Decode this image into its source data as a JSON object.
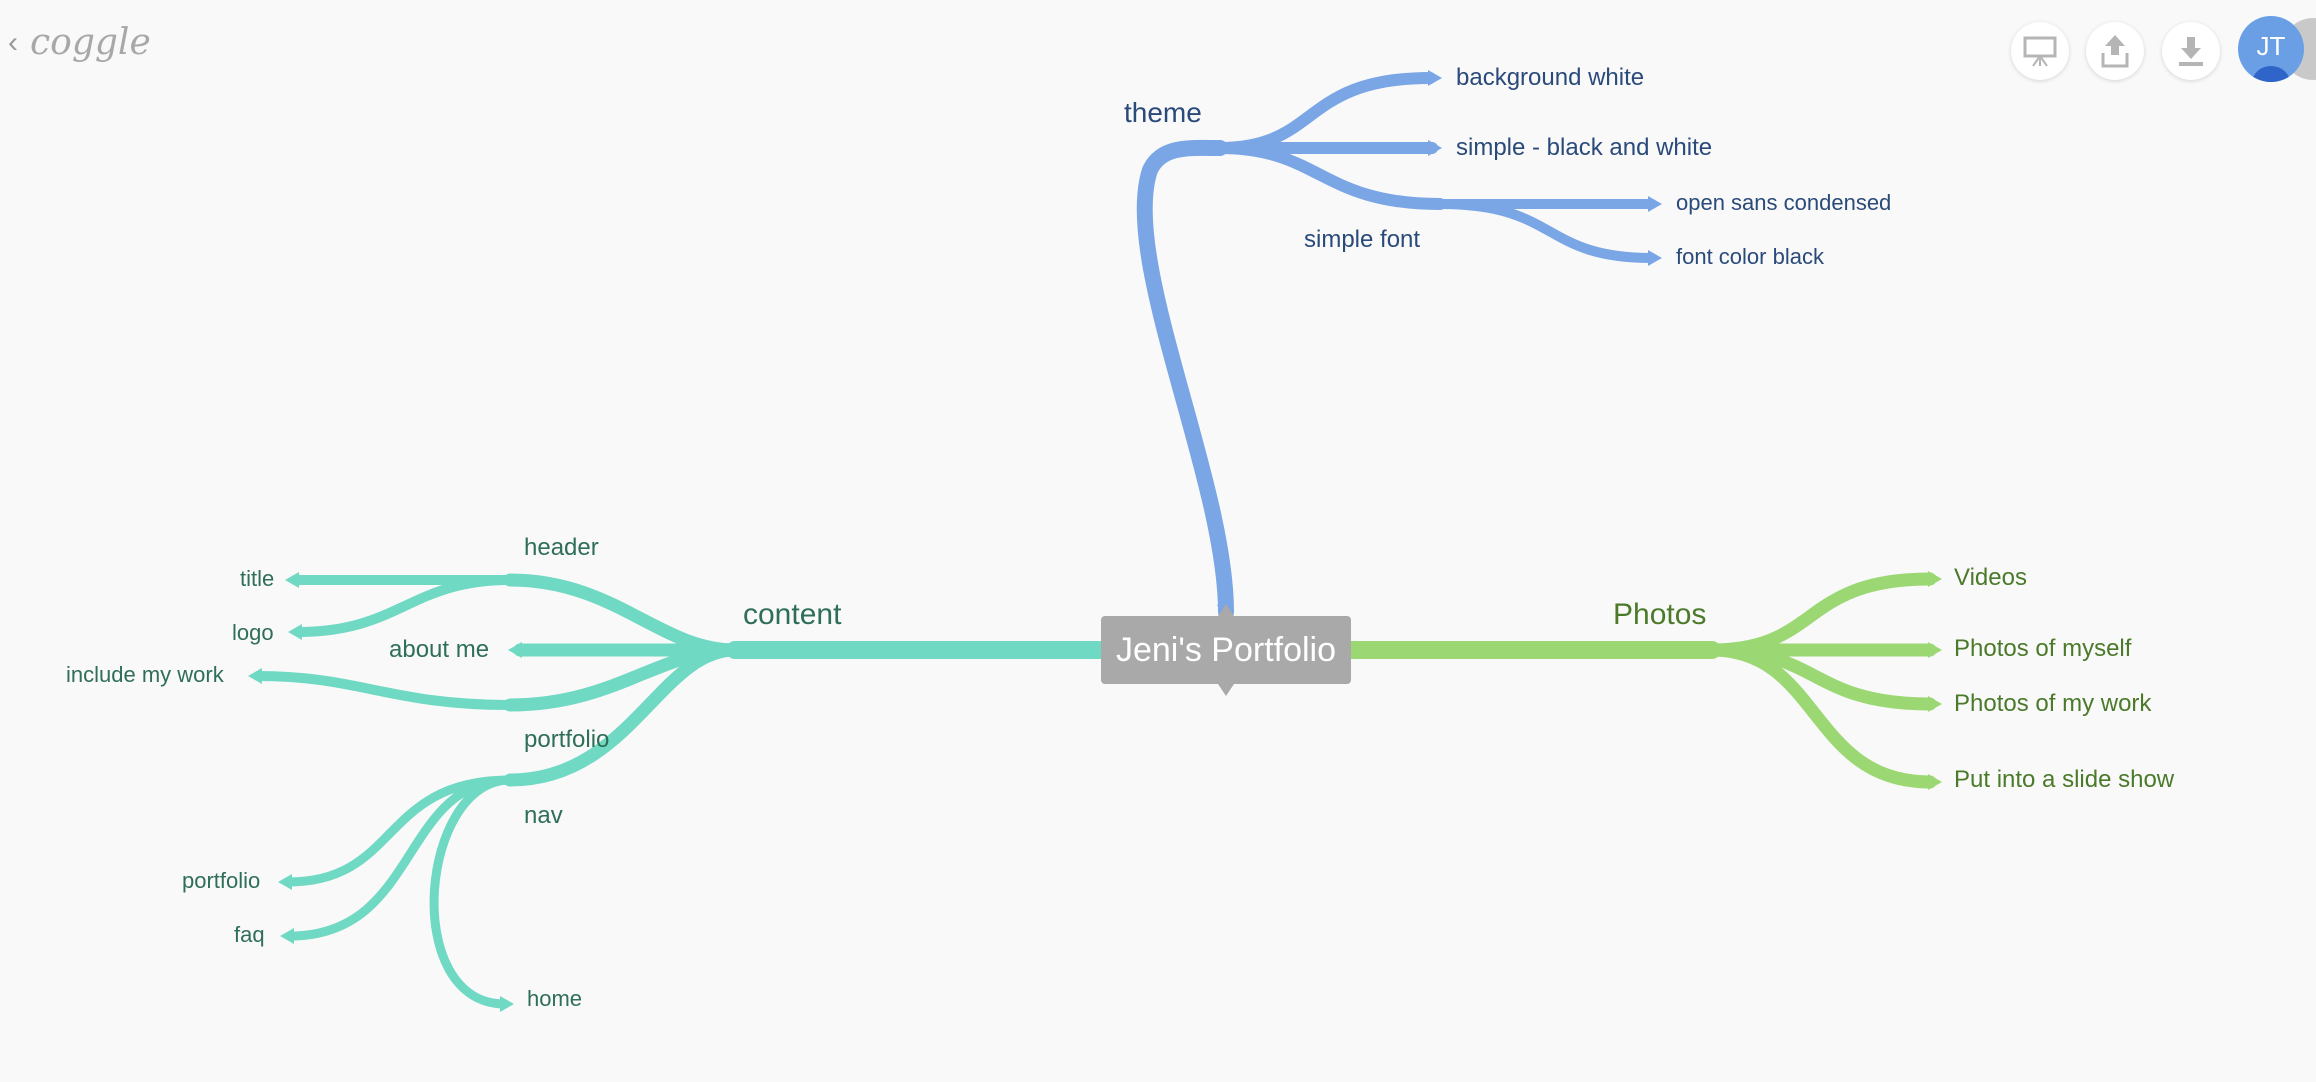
{
  "app": {
    "logo_text": "coggle"
  },
  "topbar": {
    "present_icon": "presentation-icon",
    "share_icon": "upload-icon",
    "download_icon": "download-icon",
    "avatar_initials": "JT"
  },
  "colors": {
    "content": "#6fd9c3",
    "theme": "#7aa6e6",
    "photos": "#9bd873",
    "root": "#a9a9a9"
  },
  "mindmap": {
    "root": "Jeni's Portfolio",
    "content": {
      "label": "content",
      "header": "header",
      "title": "title",
      "logo": "logo",
      "about_me": "about me",
      "portfolio": "portfolio",
      "include_my_work": "include my work",
      "nav": "nav",
      "nav_portfolio": "portfolio",
      "faq": "faq",
      "home": "home"
    },
    "theme": {
      "label": "theme",
      "background_white": "background white",
      "simple_bw": "simple - black and white",
      "simple_font": "simple font",
      "open_sans": "open sans condensed",
      "font_color": "font color black"
    },
    "photos": {
      "label": "Photos",
      "videos": "Videos",
      "photos_of_myself": "Photos of myself",
      "photos_of_my_work": "Photos of my work",
      "slide_show": "Put into a slide show"
    }
  }
}
